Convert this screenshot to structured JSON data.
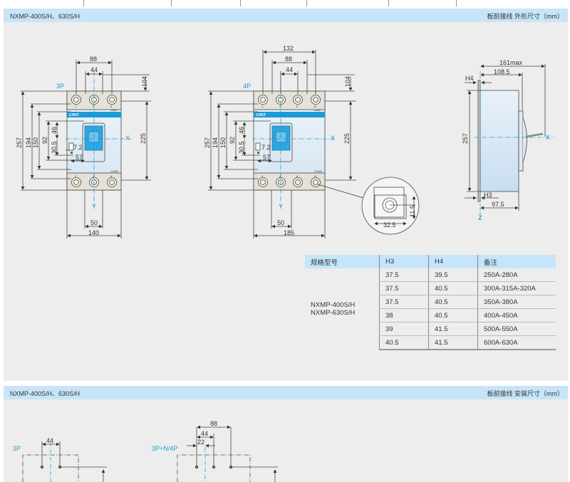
{
  "panel1": {
    "model_label": "NXMP-400S/H、630S/H",
    "section_title": "板前接线  外形尺寸（mm）"
  },
  "drawing_3p": {
    "pole_label": "3P",
    "brand": "CHNT",
    "terminals_top": [
      "1",
      "3",
      "5"
    ],
    "terminals_bottom": [
      "2",
      "4",
      "6"
    ],
    "line_label": "LINE",
    "load_label": "LOAD",
    "axis_x": "X",
    "axis_y": "Y",
    "dims": {
      "w88": "88",
      "w44": "44",
      "h104": "104",
      "h257": "257",
      "h194": "194",
      "h150": "150",
      "h92": "92",
      "h46": "46",
      "h30_5": "30.5",
      "w7_2": "7.2",
      "w57": "57",
      "h225": "225",
      "w50": "50",
      "w140": "140"
    }
  },
  "drawing_4p": {
    "pole_label": "4P",
    "brand": "CHNT",
    "terminals_top": [
      "1",
      "3",
      "5",
      "N"
    ],
    "terminals_bottom": [
      "2",
      "4",
      "6",
      "N"
    ],
    "line_label": "LINE",
    "load_label": "LOAD",
    "axis_x": "X",
    "axis_y": "Y",
    "dims": {
      "w132": "132",
      "w88": "88",
      "w44": "44",
      "h104": "104",
      "h257": "257",
      "h194": "194",
      "h150": "150",
      "h92": "92",
      "h46": "46",
      "h30_5": "30.5",
      "w7_2": "7.2",
      "w57": "57",
      "h225": "225",
      "w50": "50",
      "w185": "185"
    }
  },
  "detail": {
    "w32_5": "32.5",
    "h11_5": "11.5"
  },
  "side_view": {
    "axis_x": "X",
    "axis_z": "Z",
    "dims": {
      "w161": "161max",
      "w108_5": "108.5",
      "h4": "H4",
      "h257": "257",
      "h3": "H3",
      "w97_5": "97.5"
    }
  },
  "spec_table": {
    "headers": [
      "规格型号",
      "H3",
      "H4",
      "备注"
    ],
    "models": [
      "NXMP-400S/H",
      "NXMP-630S/H"
    ],
    "rows": [
      {
        "h3": "37.5",
        "h4": "39.5",
        "note": "250A-280A"
      },
      {
        "h3": "37.5",
        "h4": "40.5",
        "note": "300A-315A-320A"
      },
      {
        "h3": "37.5",
        "h4": "40.5",
        "note": "350A-380A"
      },
      {
        "h3": "38",
        "h4": "40.5",
        "note": "400A-450A"
      },
      {
        "h3": "39",
        "h4": "41.5",
        "note": "500A-550A"
      },
      {
        "h3": "40.5",
        "h4": "41.5",
        "note": "600A-630A"
      }
    ]
  },
  "panel2": {
    "model_label": "NXMP-400S/H、630S/H",
    "section_title": "板前接线  安装尺寸（mm）",
    "left": {
      "pole_label": "3P",
      "w44": "44"
    },
    "right": {
      "pole_label": "3P+N/4P",
      "w88": "88",
      "w44": "44",
      "w22": "22"
    }
  },
  "colors": {
    "accent": "#1b9ad6",
    "header_bg": "#c7e5f8",
    "panel_bg": "#ededed",
    "body_fill": "#dde9f3"
  }
}
